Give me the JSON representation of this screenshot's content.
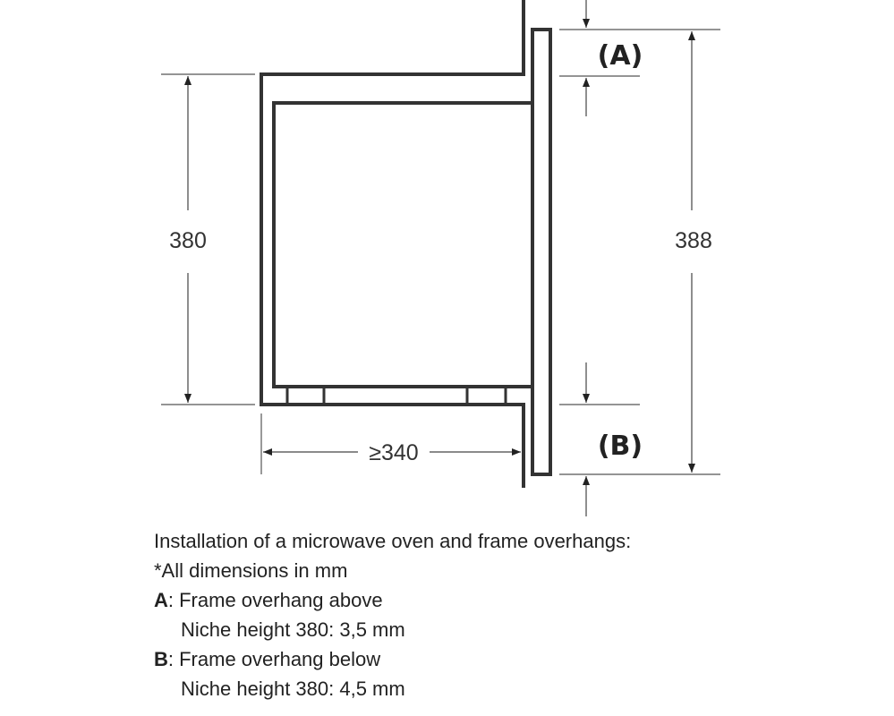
{
  "diagram": {
    "dimensions": {
      "niche_height": "380",
      "niche_depth": "≥340",
      "frame_height": "388"
    },
    "labels": {
      "a": "(A)",
      "b": "(B)"
    }
  },
  "caption": {
    "title": "Installation of a microwave oven and frame overhangs:",
    "note": "*All dimensions in mm",
    "a_key": "A",
    "a_text": ": Frame overhang above",
    "a_detail": "Niche height 380: 3,5 mm",
    "b_key": "B",
    "b_text": ": Frame overhang below",
    "b_detail": "Niche height 380: 4,5 mm"
  }
}
